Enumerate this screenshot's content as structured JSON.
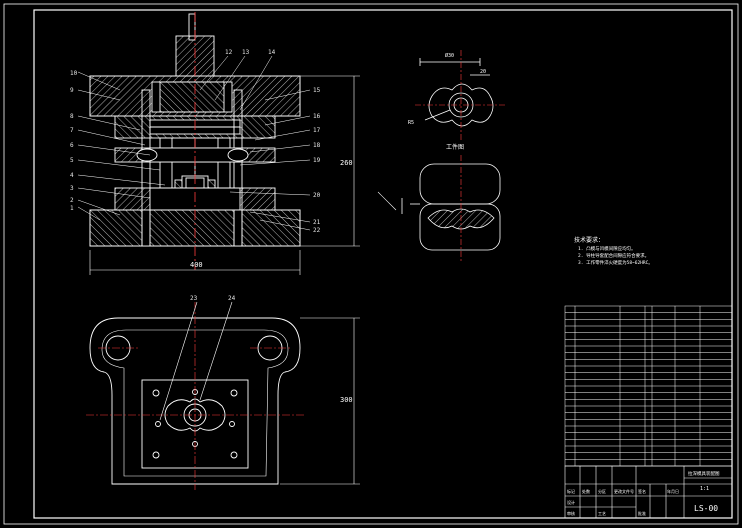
{
  "colors": {
    "background": "#000000",
    "outline": "#ffffff",
    "hatch": "#ffffff",
    "center_line": "#ff3b3b",
    "callout": "#e6e6e6",
    "title_block": "#ffffff"
  },
  "section_view": {
    "width_dim": "400",
    "height_dim": "260",
    "callouts_left": [
      "10",
      "9",
      "8",
      "7",
      "6",
      "5",
      "4",
      "3",
      "2",
      "1"
    ],
    "callouts_top": [
      "12",
      "13",
      "14"
    ],
    "callouts_right": [
      "15",
      "16",
      "17",
      "18",
      "19",
      "20",
      "21",
      "22"
    ]
  },
  "plan_view": {
    "height_dim": "300",
    "callouts": [
      "23",
      "24"
    ]
  },
  "part_view": {
    "label": "工件图",
    "dims": [
      "R5",
      "Ø30",
      "20"
    ]
  },
  "tech_requirements": {
    "title": "技术要求：",
    "lines": [
      "1. 凸模与凹模间隙应均匀。",
      "2. 导柱导套配合间隙应符合要求。",
      "3. 工作零件淬火硬度为58~62HRC。"
    ]
  },
  "bom": {
    "rows": 24
  },
  "title_block": {
    "drawing_name": "拉深模具装配图",
    "scale": "1:1",
    "drawing_no": "LS-00",
    "labels": [
      "标记",
      "处数",
      "分区",
      "更改文件号",
      "签名",
      "年月日",
      "设计",
      "审核",
      "工艺",
      "批准"
    ]
  }
}
